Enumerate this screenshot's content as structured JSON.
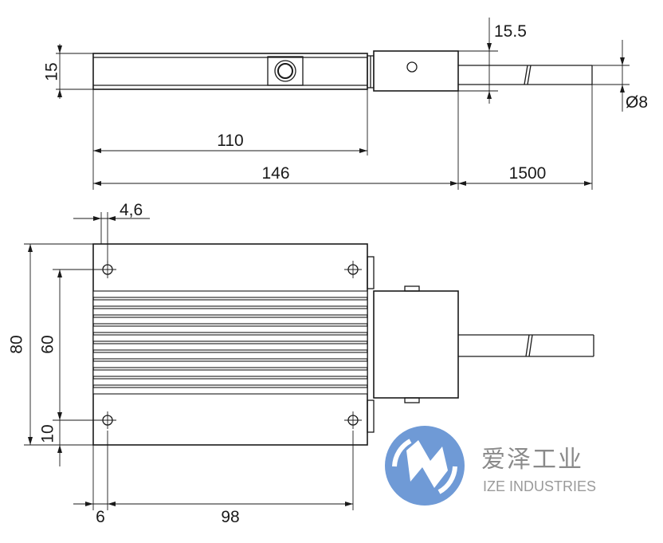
{
  "dimensions": {
    "height_side": "15",
    "cable_gap": "15.5",
    "cable_diameter": "Ø8",
    "length_body": "110",
    "length_total": "146",
    "length_cable": "1500",
    "hole_offset_x": "4,6",
    "width_total": "80",
    "width_fins": "60",
    "hole_offset_y": "10",
    "hole_from_edge": "6",
    "hole_spacing": "98"
  },
  "watermark": {
    "chinese": "爱泽工业",
    "english": "IZE INDUSTRIES",
    "logo_color": "#5b8fd0"
  }
}
